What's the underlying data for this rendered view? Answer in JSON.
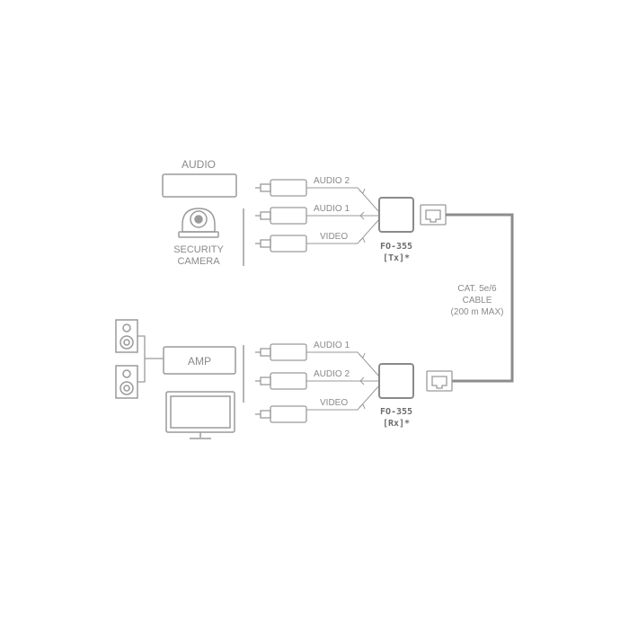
{
  "colors": {
    "line": "#9a9a9a",
    "text": "#8a8a8a",
    "cable": "#8c8c8c",
    "unit_text": "#6d6d6d"
  },
  "tx": {
    "source_audio_label": "AUDIO",
    "camera_label_line1": "SECURITY",
    "camera_label_line2": "CAMERA",
    "ports": [
      "AUDIO 2",
      "AUDIO 1",
      "VIDEO"
    ],
    "unit_label_line1": "FO-355",
    "unit_label_line2": "[Tx]*"
  },
  "cable": {
    "line1": "CAT. 5e/6",
    "line2": "CABLE",
    "line3": "(200 m MAX)"
  },
  "rx": {
    "amp_label": "AMP",
    "ports": [
      "AUDIO 1",
      "AUDIO 2",
      "VIDEO"
    ],
    "unit_label_line1": "FO-355",
    "unit_label_line2": "[Rx]*"
  },
  "icons": {
    "camera": "security-camera-icon",
    "speaker": "speaker-icon",
    "monitor": "monitor-icon",
    "rca_plug": "rca-plug-icon",
    "rj45": "rj45-jack-icon"
  }
}
